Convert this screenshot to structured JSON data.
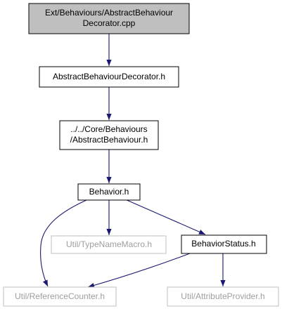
{
  "graph": {
    "colors": {
      "edge": "#191970",
      "root_fill": "#bfbfbf",
      "node_fill": "#ffffff",
      "node_border": "#000000",
      "faded_border": "#bfbfbf",
      "faded_text": "#9e9e9e",
      "text": "#000000"
    },
    "nodes": [
      {
        "id": "root",
        "lines": [
          "Ext/Behaviours/AbstractBehaviour",
          "Decorator.cpp"
        ],
        "style": "root"
      },
      {
        "id": "abd_h",
        "lines": [
          "AbstractBehaviourDecorator.h"
        ],
        "style": "normal"
      },
      {
        "id": "ab_h",
        "lines": [
          "../../Core/Behaviours",
          "/AbstractBehaviour.h"
        ],
        "style": "normal"
      },
      {
        "id": "behavior_h",
        "lines": [
          "Behavior.h"
        ],
        "style": "normal"
      },
      {
        "id": "typename_h",
        "lines": [
          "Util/TypeNameMacro.h"
        ],
        "style": "faded"
      },
      {
        "id": "status_h",
        "lines": [
          "BehaviorStatus.h"
        ],
        "style": "normal"
      },
      {
        "id": "refcount_h",
        "lines": [
          "Util/ReferenceCounter.h"
        ],
        "style": "faded"
      },
      {
        "id": "attr_h",
        "lines": [
          "Util/AttributeProvider.h"
        ],
        "style": "faded"
      }
    ],
    "edges": [
      {
        "from": "root",
        "to": "abd_h"
      },
      {
        "from": "abd_h",
        "to": "ab_h"
      },
      {
        "from": "ab_h",
        "to": "behavior_h"
      },
      {
        "from": "behavior_h",
        "to": "typename_h"
      },
      {
        "from": "behavior_h",
        "to": "status_h"
      },
      {
        "from": "behavior_h",
        "to": "refcount_h"
      },
      {
        "from": "status_h",
        "to": "refcount_h"
      },
      {
        "from": "status_h",
        "to": "attr_h"
      }
    ]
  }
}
